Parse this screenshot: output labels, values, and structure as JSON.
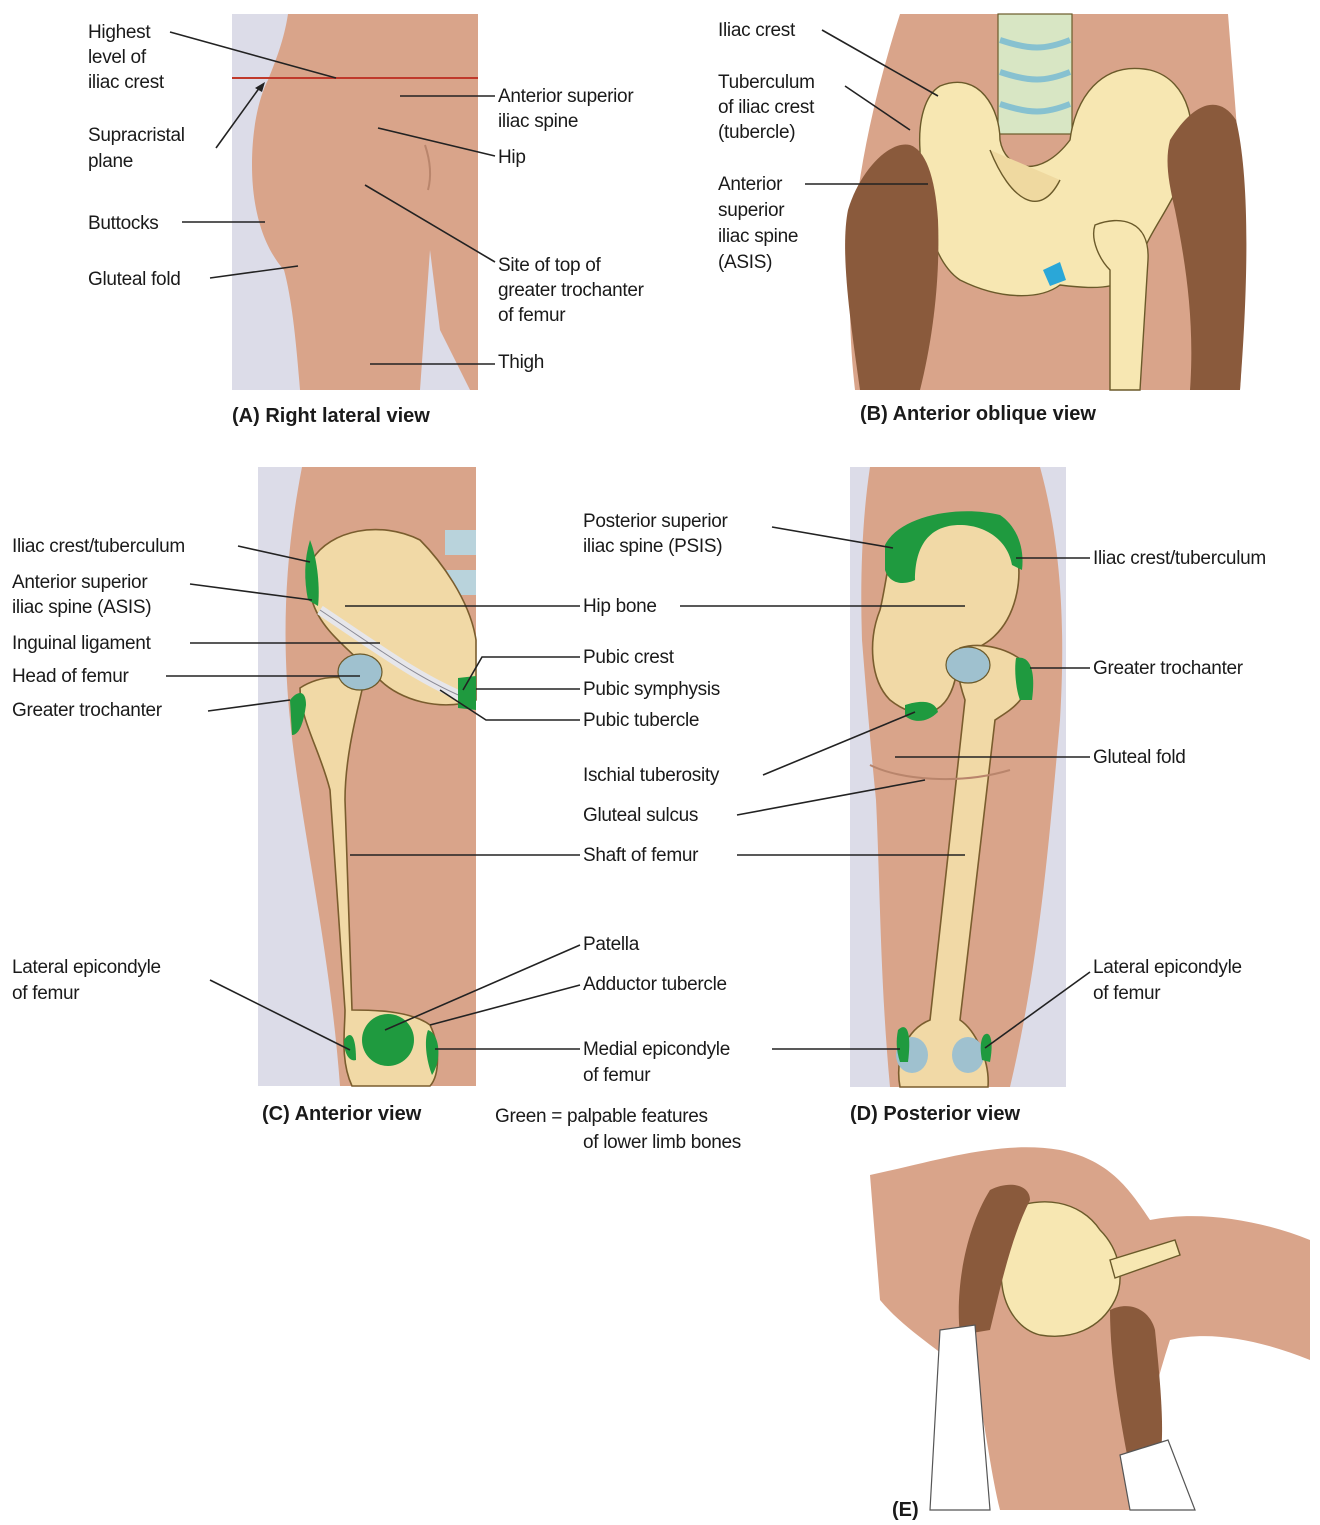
{
  "colors": {
    "palpable_green": "#1f9a3f",
    "bone_fill": "#f7e7b2",
    "skin": "#d9a48a",
    "panel_background": "#dcdce8",
    "plane_line": "#c0392b",
    "cartilage_blue": "#8fb4c8"
  },
  "panelA": {
    "caption": "(A) Right lateral view",
    "labels": {
      "highest1": "Highest",
      "highest2": "level of",
      "highest3": "iliac crest",
      "supra1": "Supracristal",
      "supra2": "plane",
      "buttocks": "Buttocks",
      "gluteal_fold": "Gluteal fold",
      "asis1": "Anterior superior",
      "asis2": "iliac spine",
      "hip": "Hip",
      "troch1": "Site of top of",
      "troch2": "greater trochanter",
      "troch3": "of femur",
      "thigh": "Thigh"
    }
  },
  "panelB": {
    "caption": "(B) Anterior oblique view",
    "labels": {
      "iliac_crest": "Iliac crest",
      "tub1": "Tuberculum",
      "tub2": "of iliac crest",
      "tub3": "(tubercle)",
      "asis1": "Anterior",
      "asis2": "superior",
      "asis3": "iliac spine",
      "asis4": "(ASIS)"
    }
  },
  "panelC": {
    "caption": "(C) Anterior view",
    "labels": {
      "crest_tub": "Iliac crest/tuberculum",
      "asis1": "Anterior superior",
      "asis2": "iliac spine (ASIS)",
      "inguinal": "Inguinal ligament",
      "head_femur": "Head of femur",
      "greater_troch": "Greater trochanter",
      "lat_epi1": "Lateral epicondyle",
      "lat_epi2": "of femur"
    }
  },
  "center": {
    "labels": {
      "psis1": "Posterior superior",
      "psis2": "iliac spine (PSIS)",
      "hip_bone": "Hip bone",
      "pubic_crest": "Pubic crest",
      "pubic_symphysis": "Pubic symphysis",
      "pubic_tubercle": "Pubic tubercle",
      "ischial": "Ischial tuberosity",
      "gluteal_sulcus": "Gluteal sulcus",
      "shaft": "Shaft of femur",
      "patella": "Patella",
      "adductor": "Adductor tubercle",
      "med_epi1": "Medial epicondyle",
      "med_epi2": "of femur"
    },
    "legend1": "Green = palpable features",
    "legend2": "of lower limb bones"
  },
  "panelD": {
    "caption": "(D) Posterior view",
    "labels": {
      "crest_tub": "Iliac crest/tuberculum",
      "greater_troch": "Greater trochanter",
      "gluteal_fold": "Gluteal fold",
      "lat_epi1": "Lateral epicondyle",
      "lat_epi2": "of femur"
    }
  },
  "panelE": {
    "caption": "(E)"
  }
}
